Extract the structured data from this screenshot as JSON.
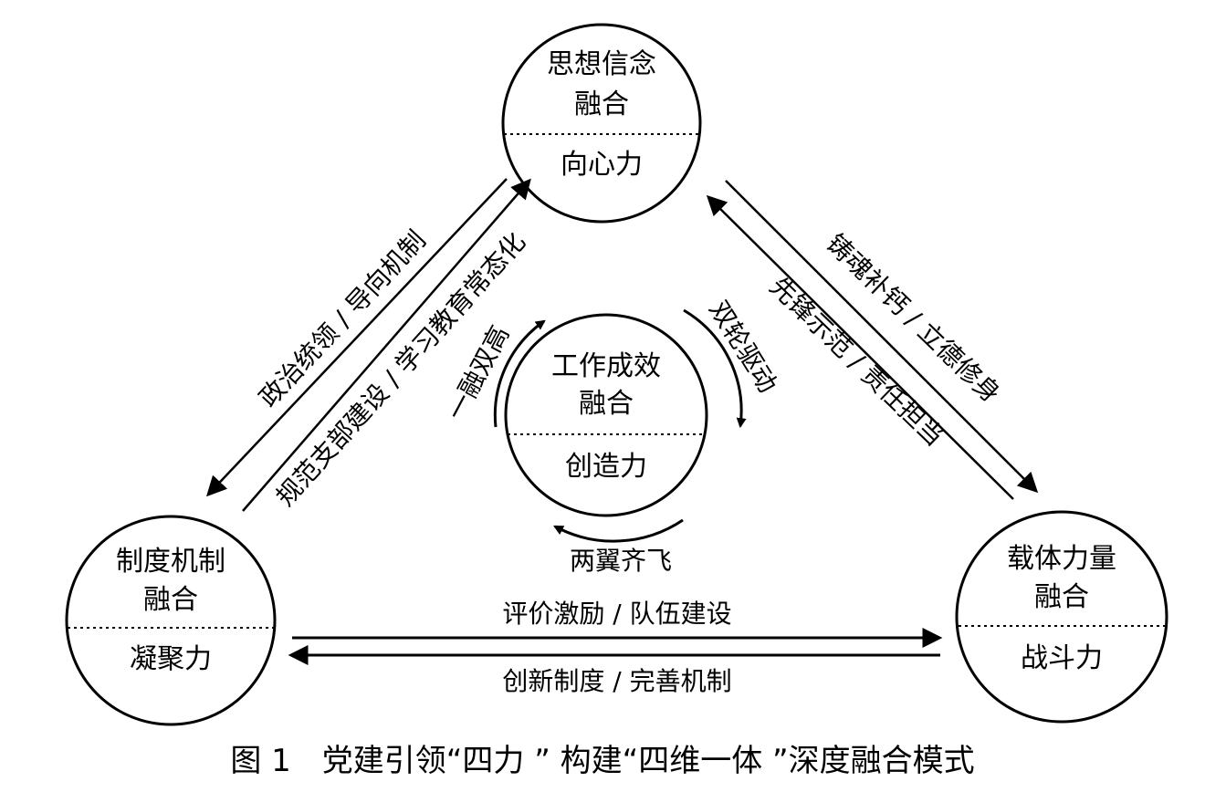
{
  "nodes": {
    "top": {
      "title_line1": "思想信念",
      "title_line2": "融合",
      "force": "向心力"
    },
    "center": {
      "title_line1": "工作成效",
      "title_line2": "融合",
      "force": "创造力"
    },
    "left": {
      "title_line1": "制度机制",
      "title_line2": "融合",
      "force": "凝聚力"
    },
    "right": {
      "title_line1": "载体力量",
      "title_line2": "融合",
      "force": "战斗力"
    }
  },
  "edges": {
    "top_to_left": "政治统领 / 导向机制",
    "left_to_top": "规范支部建设 / 学习教育常态化",
    "top_to_right": "铸魂补钙 / 立德修身",
    "right_to_top": "先锋示范 / 责任担当",
    "left_to_right": "评价激励 / 队伍建设",
    "right_to_left": "创新制度 / 完善机制"
  },
  "cycle": {
    "left": "一融双高",
    "right": "双轮驱动",
    "bottom": "两翼齐飞"
  },
  "caption": "图 1　党建引领“四力 ” 构建“四维一体 ”深度融合模式",
  "colors": {
    "stroke": "#000000",
    "background": "#ffffff"
  }
}
